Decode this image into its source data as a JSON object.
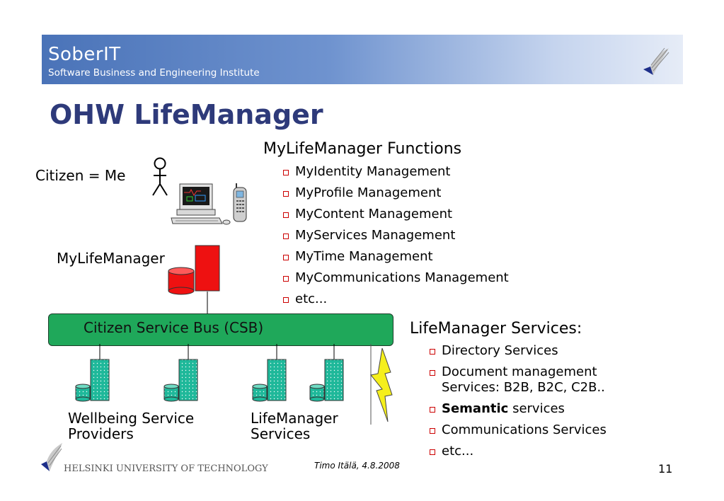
{
  "header": {
    "brand": "SoberIT",
    "subtitle": "Software Business and Engineering Institute"
  },
  "slide": {
    "title": "OHW LifeManager"
  },
  "diagram": {
    "citizen_label": "Citizen = Me",
    "mylifemanager_label": "MyLifeManager",
    "csb_label": "Citizen Service Bus (CSB)",
    "wellbeing_label_line1": "Wellbeing Service",
    "wellbeing_label_line2": "Providers",
    "lifemanager_label_line1": "LifeManager",
    "lifemanager_label_line2": "Services"
  },
  "functions": {
    "heading": "MyLifeManager Functions",
    "items": [
      "MyIdentity Management",
      "MyProfile Management",
      "MyContent Management",
      "MyServices Management",
      "MyTime Management",
      "MyCommunications Management",
      "etc..."
    ]
  },
  "services": {
    "heading": "LifeManager Services:",
    "items": [
      {
        "bold": "",
        "text": "Directory Services"
      },
      {
        "bold": "",
        "text": "Document management"
      },
      {
        "bold": "Semantic",
        "text": " services"
      },
      {
        "bold": "",
        "text": "Communications Services"
      },
      {
        "bold": "",
        "text": "etc..."
      }
    ],
    "document_line2": "Services: B2B, B2C, C2B.."
  },
  "footer": {
    "university": "HELSINKI UNIVERSITY OF TECHNOLOGY",
    "author_date": "Timo Itälä, 4.8.2008",
    "page_number": "11"
  },
  "colors": {
    "title": "#2e3a7a",
    "bus": "#1fa85a",
    "server": "#1fb89a",
    "mylifemanager": "#ee1111",
    "bullet": "#cc0000",
    "lightning": "#f5ef1c"
  }
}
